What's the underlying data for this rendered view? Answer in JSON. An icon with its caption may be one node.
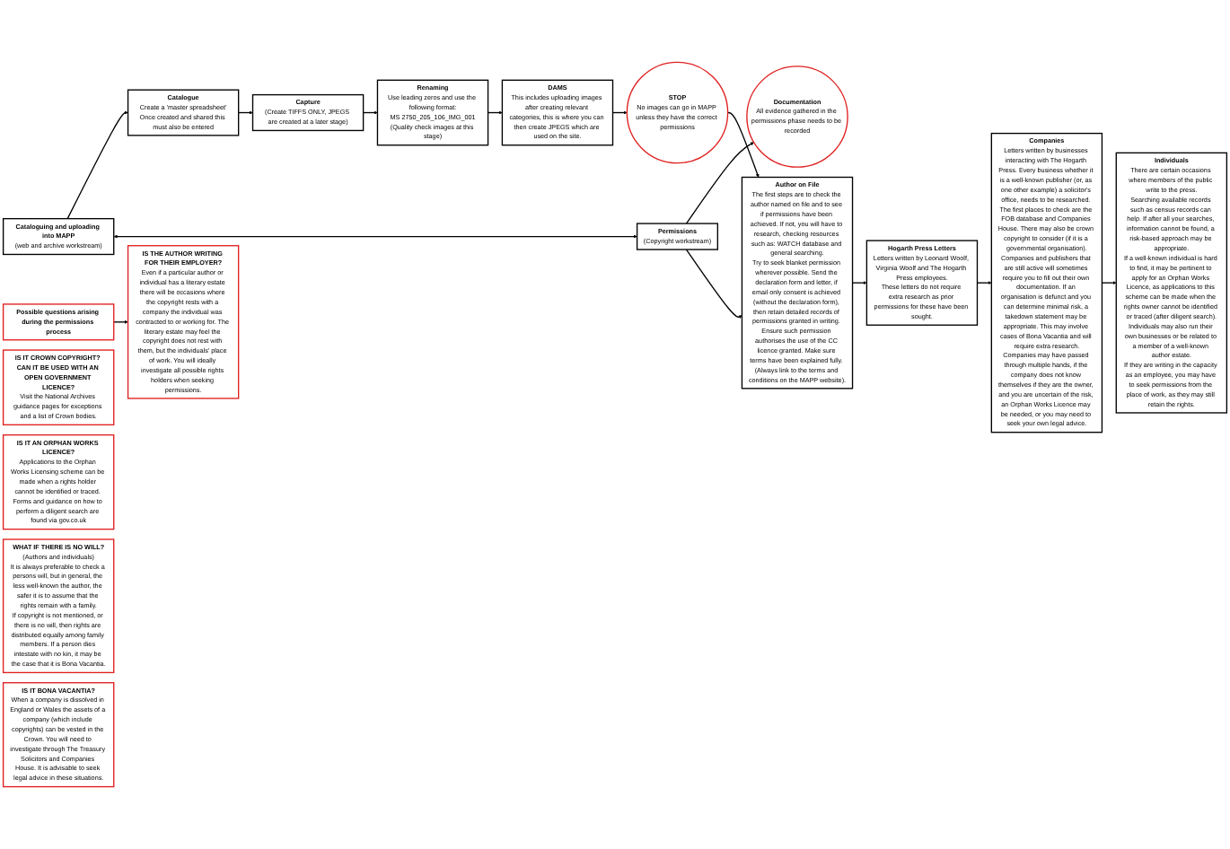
{
  "diagram": {
    "nodes": [
      {
        "text": [
          "Cataloguing and uploading into MAPP",
          "(web and archive workstream)"
        ]
      },
      {
        "text": [
          "Catalogue",
          "Create a 'master spreadsheet'",
          "Once created and shared this must also be entered"
        ]
      },
      {
        "text": [
          "Capture",
          "(Create TIFFS ONLY, JPEGS are created at a later stage)"
        ]
      },
      {
        "text": [
          "Renaming",
          "Use leading zeros and use the following format:",
          "MS 2750_205_106_IMG_001",
          "(Quality check images at this stage)"
        ]
      },
      {
        "text": [
          "DAMS",
          "This includes uploading images after creating relevant categories, this is where you can then create JPEGS which are used on the site."
        ]
      },
      {
        "text": [
          "STOP",
          "No images can go in MAPP unless they have the correct permissions"
        ]
      },
      {
        "text": [
          "Permissions",
          "(Copyright workstream)"
        ]
      },
      {
        "text": [
          "Documentation",
          "All evidence gathered in the permissions phase needs to be recorded"
        ]
      },
      {
        "text": [
          "Author on File",
          "The first steps are to check the author named on file and to see if permissions have been achieved. If not, you will have to research, checking resources such as: WATCH database and general searching.",
          "Try to seek blanket permission wherever possible. Send the declaration form and letter, if email only consent is achieved (without the declaration form), then retain detailed records of permissions granted in writing. Ensure such permission authorises the use of the CC licence granted. Make sure terms have been explained fully. (Always link to the terms and conditions on the MAPP website)."
        ]
      },
      {
        "text": [
          "Hogarth Press Letters",
          "Letters written by Leonard Woolf, Virginia Woolf and The Hogarth Press employees.",
          "These letters do not require extra research as prior permissions for these have been sought."
        ]
      },
      {
        "text": [
          "Companies",
          "Letters written by businesses interacting with The Hogarth Press. Every business whether it is a well-known publisher (or, as one other example) a solicitor's office, needs to be researched. The first places to check are the FOB database and Companies House. There may also be crown copyright to consider (if it is a governmental organisation).",
          "Companies and publishers that are still active will sometimes require you to fill out their own documentation. If an organisation is defunct and you can determine minimal risk, a takedown statement may be appropriate. This may involve cases of Bona Vacantia and will require extra research.",
          "Companies may have passed through multiple hands, if the company does not know themselves if they are the owner, and you are uncertain of the risk, an Orphan Works Licence may be needed, or you may need to seek your own legal advice."
        ]
      },
      {
        "text": [
          "Individuals",
          "There are certain occasions where members of the public write to the press.",
          "Searching available records such as census records can help. If after all your searches, information cannot be found, a risk-based approach may be appropriate.",
          "If a well-known individual is hard to find, it may be pertinent to apply for an Orphan Works Licence, as applications to this scheme can be made when the rights owner cannot be identified or traced (after diligent search).",
          "Individuals may also run their own businesses or be related to a member of a well-known author estate.",
          "If they are writing in the capacity as an employee, you may have to seek permissions from the place of work, as they may still retain the rights."
        ]
      },
      {
        "text": [
          "Possible questions arising during the permissions process"
        ]
      },
      {
        "text": [
          "IS IT CROWN COPYRIGHT? CAN IT BE USED WITH AN OPEN GOVERNMENT LICENCE?",
          "Visit the National Archives guidance pages for exceptions and a list of Crown bodies."
        ]
      },
      {
        "text": [
          "IS THE AUTHOR WRITING FOR THEIR EMPLOYER?",
          "Even if a particular author or individual has a literary estate there will be occasions where the copyright rests with a company the individual was contracted to or working for. The literary estate may feel the copyright does not rest with them, but the individuals' place of work. You will ideally investigate all possible rights holders when seeking permissions."
        ]
      },
      {
        "text": [
          "IS IT AN ORPHAN WORKS LICENCE?",
          "Applications to the Orphan Works Licensing scheme can be made when a rights holder cannot be identified or traced. Forms and guidance on how to perform a diligent search are found via gov.co.uk"
        ]
      },
      {
        "text": [
          "WHAT IF THERE IS NO WILL?",
          "(Authors and individuals)",
          "It is always preferable to check a persons will, but in general, the less well-known the author, the safer it is to assume that the rights remain with a family.",
          "If copyright is not mentioned, or there is no will, then rights are distributed equally among family members. If a person dies intestate with no kin, it may be the case that it is Bona Vacantia."
        ]
      },
      {
        "text": [
          "IS IT BONA VACANTIA?",
          "When a company is dissolved in England or Wales the assets of a company (which include copyrights) can be vested in the Crown. You will need to investigate through The Treasury Solicitors and Companies House. It is advisable to seek legal advice in these situations."
        ]
      }
    ],
    "edges": [
      {
        "from": 0,
        "to": 1,
        "arrow": "to"
      },
      {
        "from": 1,
        "to": 2,
        "arrow": "to"
      },
      {
        "from": 2,
        "to": 3,
        "arrow": "to"
      },
      {
        "from": 3,
        "to": 4,
        "arrow": "to"
      },
      {
        "from": 4,
        "to": 5,
        "arrow": "to"
      },
      {
        "from": 5,
        "to": 8,
        "arrow": "to"
      },
      {
        "from": 0,
        "to": 6,
        "arrow": "both"
      },
      {
        "from": 6,
        "to": 7,
        "arrow": "to"
      },
      {
        "from": 6,
        "to": 8,
        "arrow": "to"
      },
      {
        "from": 8,
        "to": 9,
        "arrow": "to"
      },
      {
        "from": 9,
        "to": 10,
        "arrow": "to"
      },
      {
        "from": 10,
        "to": 11,
        "arrow": "to"
      },
      {
        "from": 12,
        "to": 14,
        "arrow": "to"
      }
    ]
  }
}
